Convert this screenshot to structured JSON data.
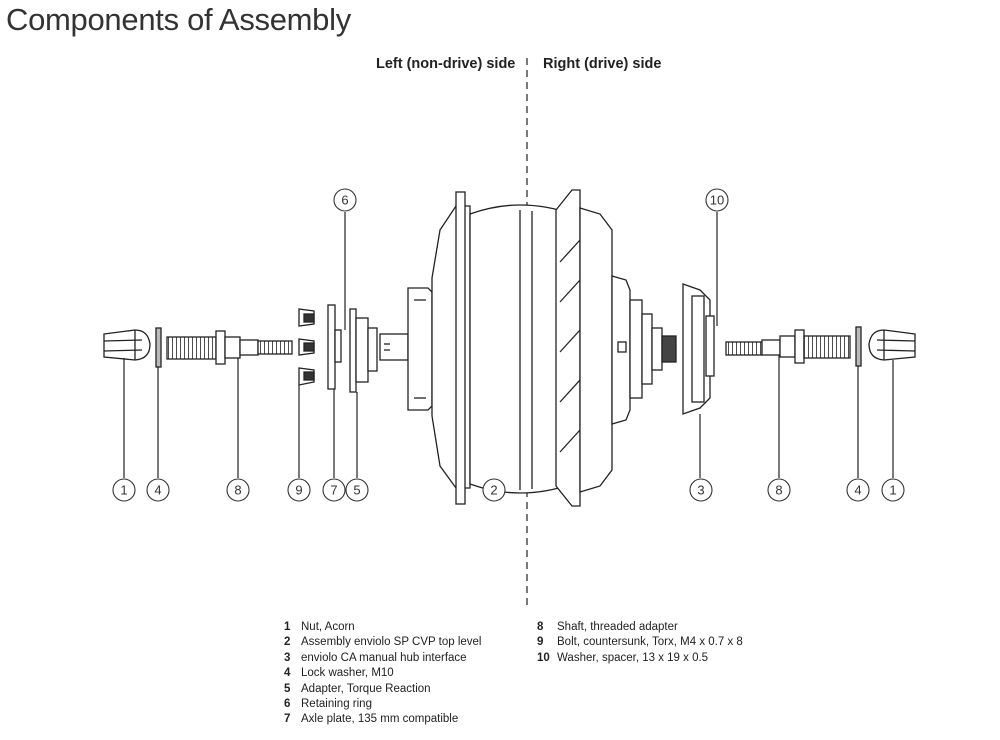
{
  "title": "Components of Assembly",
  "sides": {
    "left": "Left (non-drive) side",
    "right": "Right (drive) side"
  },
  "callouts": {
    "left_nut": "1",
    "left_lockwasher": "4",
    "left_shaft": "8",
    "left_bolts": "9",
    "axle_plate": "7",
    "adapter": "5",
    "retaining_ring": "6",
    "hub": "2",
    "manual_interface": "3",
    "right_shaft": "8",
    "right_lockwasher": "4",
    "right_nut": "1",
    "washer_spacer": "10"
  },
  "parts_left": [
    {
      "num": "1",
      "desc": "Nut, Acorn"
    },
    {
      "num": "2",
      "desc": "Assembly enviolo SP CVP top level"
    },
    {
      "num": "3",
      "desc": "enviolo CA manual hub interface"
    },
    {
      "num": "4",
      "desc": "Lock washer, M10"
    },
    {
      "num": "5",
      "desc": "Adapter, Torque Reaction"
    },
    {
      "num": "6",
      "desc": "Retaining ring"
    },
    {
      "num": "7",
      "desc": "Axle plate, 135 mm compatible"
    }
  ],
  "parts_right": [
    {
      "num": "8",
      "desc": "Shaft, threaded adapter"
    },
    {
      "num": "9",
      "desc": "Bolt, countersunk, Torx, M4 x 0.7 x 8"
    },
    {
      "num": "10",
      "desc": "Washer, spacer, 13 x 19 x 0.5"
    }
  ]
}
